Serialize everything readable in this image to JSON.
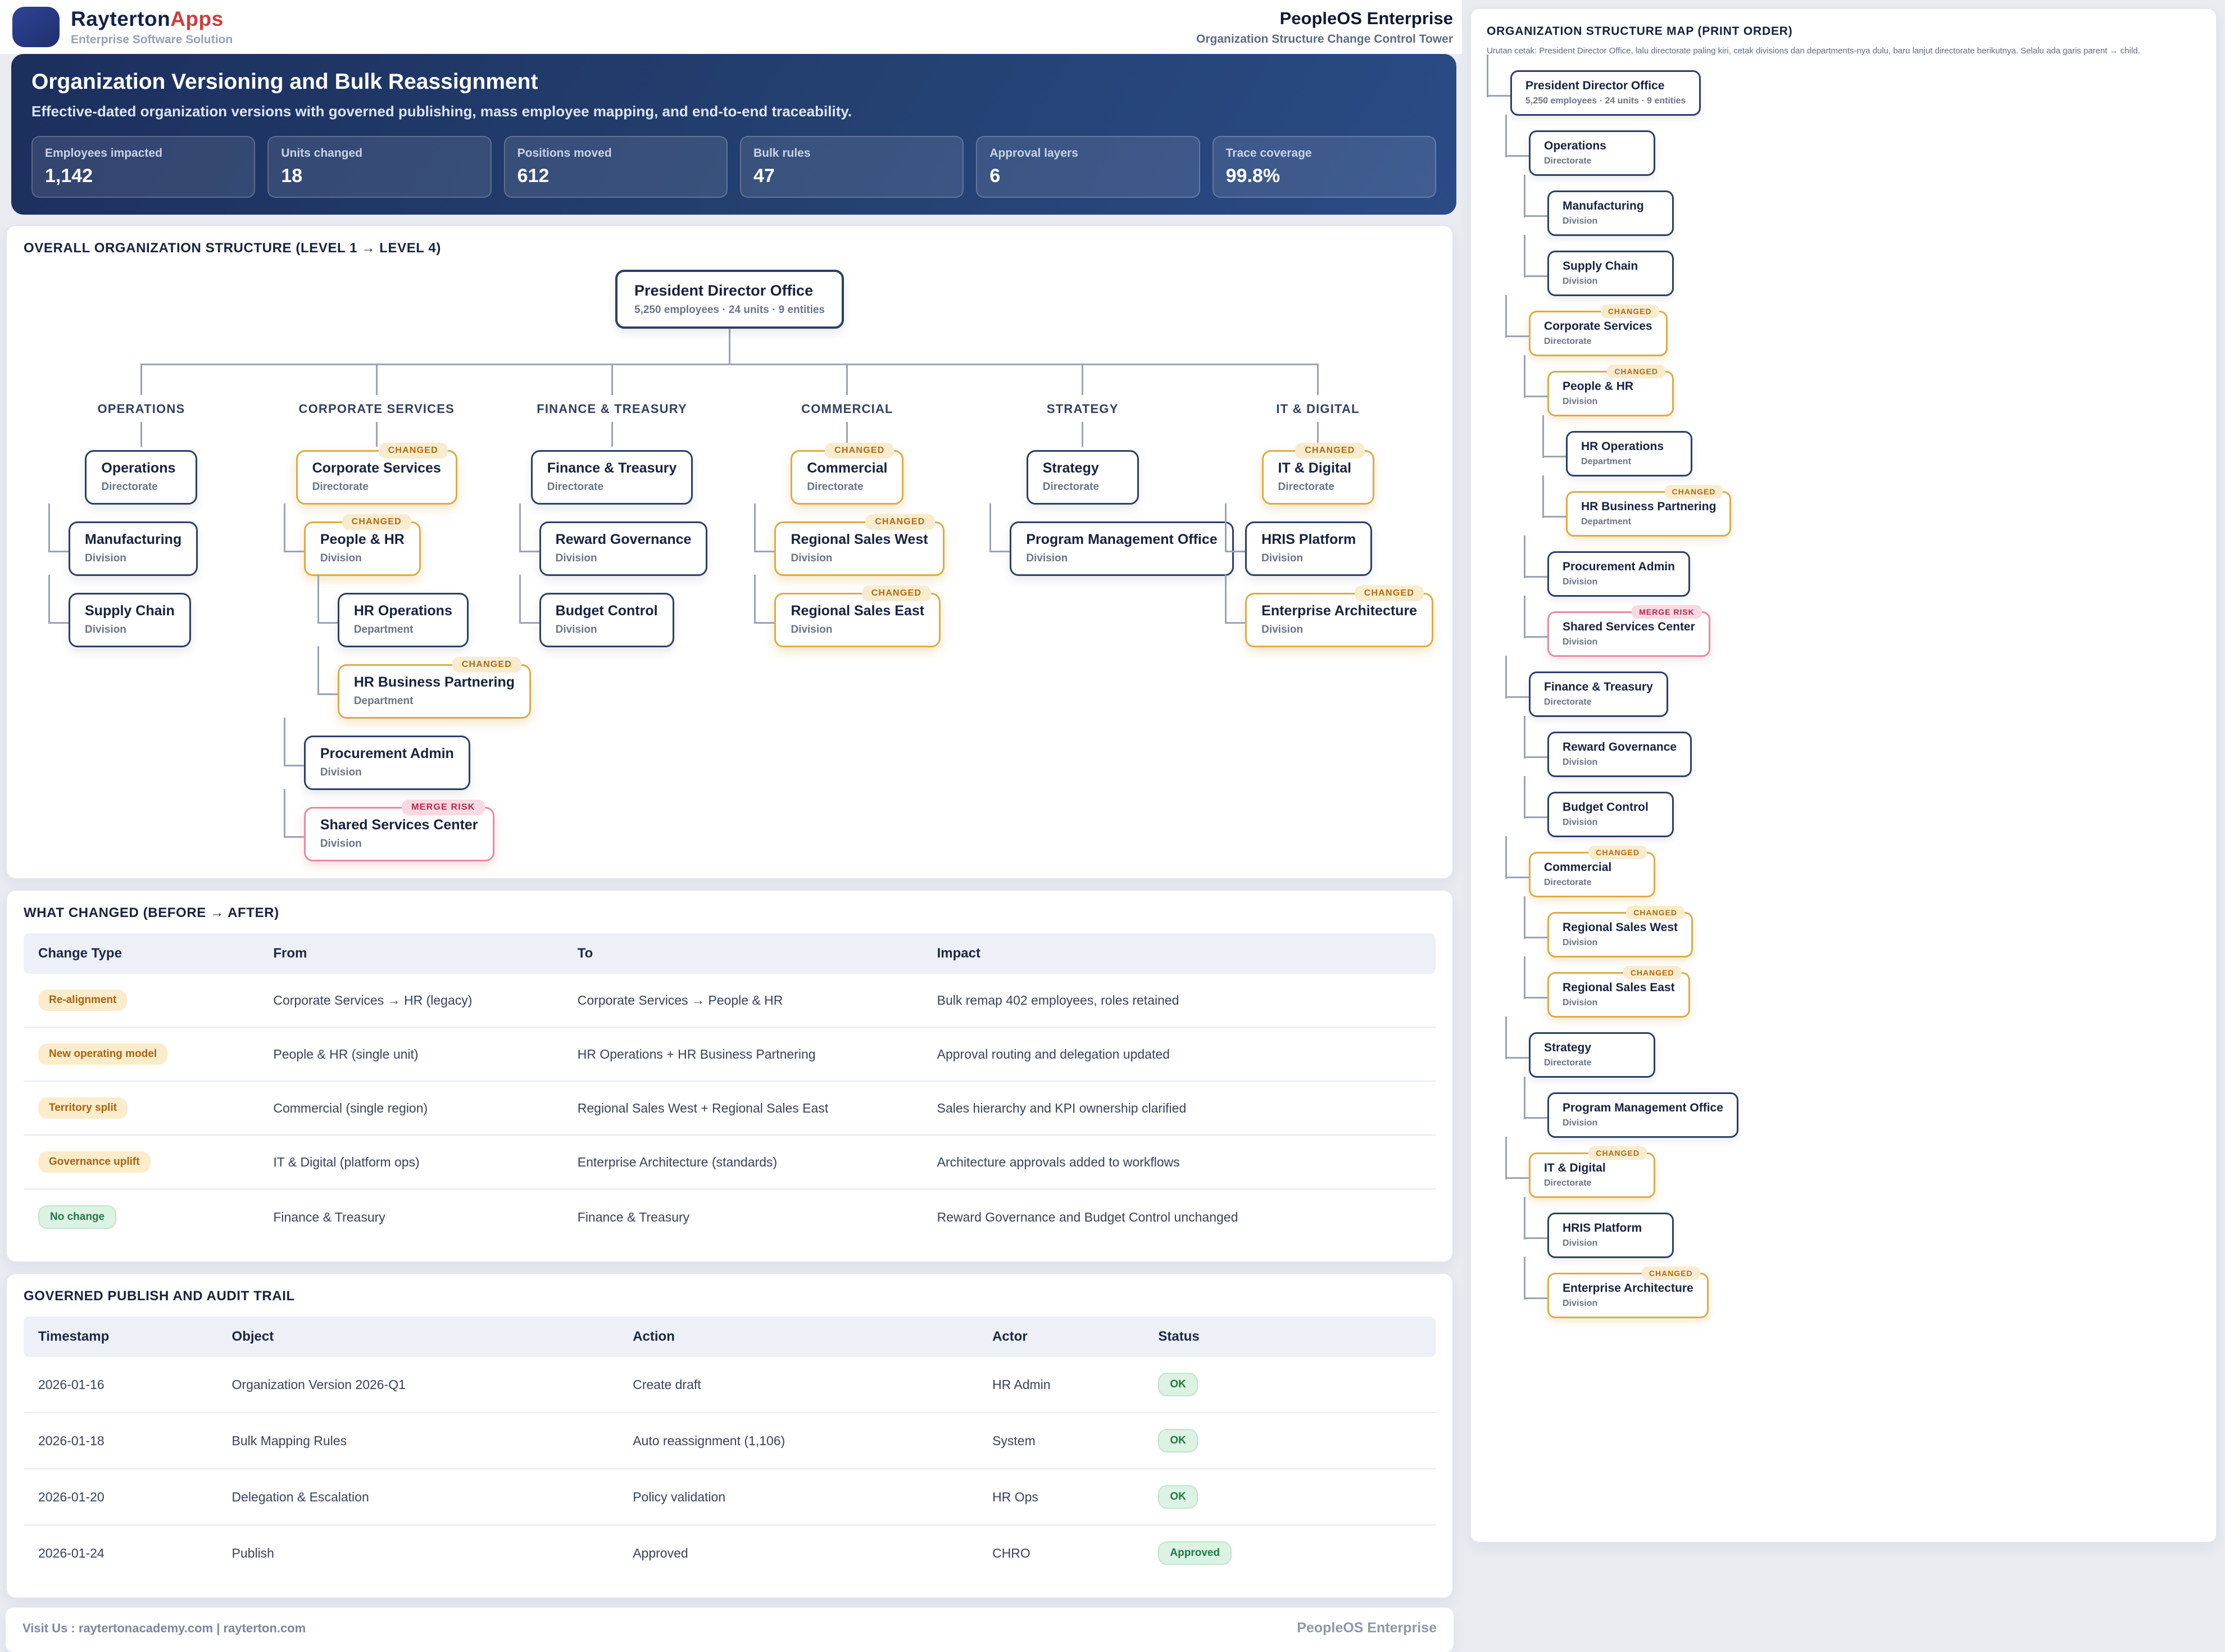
{
  "brand": {
    "name_primary": "Rayterton",
    "name_secondary": "Apps",
    "tagline": "Enterprise Software Solution"
  },
  "product": {
    "name": "PeopleOS Enterprise",
    "subtitle": "Organization Structure Change Control Tower"
  },
  "hero": {
    "title": "Organization Versioning and Bulk Reassignment",
    "subtitle": "Effective-dated organization versions with governed publishing, mass employee mapping, and end-to-end traceability.",
    "stats": [
      {
        "label": "Employees impacted",
        "value": "1,142"
      },
      {
        "label": "Units changed",
        "value": "18"
      },
      {
        "label": "Positions moved",
        "value": "612"
      },
      {
        "label": "Bulk rules",
        "value": "47"
      },
      {
        "label": "Approval layers",
        "value": "6"
      },
      {
        "label": "Trace coverage",
        "value": "99.8%"
      }
    ]
  },
  "org_chart": {
    "section_title": "OVERALL ORGANIZATION STRUCTURE (LEVEL 1 → LEVEL 4)",
    "root": {
      "name": "President Director Office",
      "meta": "5,250 employees · 24 units · 9 entities"
    },
    "columns": [
      {
        "header": "OPERATIONS",
        "top": {
          "name": "Operations",
          "type": "Directorate"
        },
        "children": [
          {
            "name": "Manufacturing",
            "type": "Division"
          },
          {
            "name": "Supply Chain",
            "type": "Division"
          }
        ]
      },
      {
        "header": "CORPORATE SERVICES",
        "top": {
          "name": "Corporate Services",
          "type": "Directorate",
          "badge": "CHANGED"
        },
        "children": [
          {
            "name": "People & HR",
            "type": "Division",
            "badge": "CHANGED"
          },
          {
            "name": "HR Operations",
            "type": "Department",
            "indent": 1
          },
          {
            "name": "HR Business Partnering",
            "type": "Department",
            "badge": "CHANGED",
            "indent": 1
          },
          {
            "name": "Procurement Admin",
            "type": "Division"
          },
          {
            "name": "Shared Services Center",
            "type": "Division",
            "badge": "MERGE RISK"
          }
        ]
      },
      {
        "header": "FINANCE & TREASURY",
        "top": {
          "name": "Finance & Treasury",
          "type": "Directorate"
        },
        "children": [
          {
            "name": "Reward Governance",
            "type": "Division"
          },
          {
            "name": "Budget Control",
            "type": "Division"
          }
        ]
      },
      {
        "header": "COMMERCIAL",
        "top": {
          "name": "Commercial",
          "type": "Directorate",
          "badge": "CHANGED"
        },
        "children": [
          {
            "name": "Regional Sales West",
            "type": "Division",
            "badge": "CHANGED"
          },
          {
            "name": "Regional Sales East",
            "type": "Division",
            "badge": "CHANGED"
          }
        ]
      },
      {
        "header": "STRATEGY",
        "top": {
          "name": "Strategy",
          "type": "Directorate"
        },
        "children": [
          {
            "name": "Program Management Office",
            "type": "Division"
          }
        ]
      },
      {
        "header": "IT & DIGITAL",
        "top": {
          "name": "IT & Digital",
          "type": "Directorate",
          "badge": "CHANGED"
        },
        "children": [
          {
            "name": "HRIS Platform",
            "type": "Division"
          },
          {
            "name": "Enterprise Architecture",
            "type": "Division",
            "badge": "CHANGED"
          }
        ]
      }
    ]
  },
  "what_changed": {
    "section_title": "WHAT CHANGED (BEFORE → AFTER)",
    "columns": [
      "Change Type",
      "From",
      "To",
      "Impact"
    ],
    "rows": [
      {
        "type": "Re-alignment",
        "variant": "amber",
        "from": "Corporate Services → HR (legacy)",
        "to": "Corporate Services → People & HR",
        "impact": "Bulk remap 402 employees, roles retained"
      },
      {
        "type": "New operating model",
        "variant": "amber",
        "from": "People & HR (single unit)",
        "to": "HR Operations + HR Business Partnering",
        "impact": "Approval routing and delegation updated"
      },
      {
        "type": "Territory split",
        "variant": "amber",
        "from": "Commercial (single region)",
        "to": "Regional Sales West + Regional Sales East",
        "impact": "Sales hierarchy and KPI ownership clarified"
      },
      {
        "type": "Governance uplift",
        "variant": "amber",
        "from": "IT & Digital (platform ops)",
        "to": "Enterprise Architecture (standards)",
        "impact": "Architecture approvals added to workflows"
      },
      {
        "type": "No change",
        "variant": "green",
        "from": "Finance & Treasury",
        "to": "Finance & Treasury",
        "impact": "Reward Governance and Budget Control unchanged"
      }
    ]
  },
  "audit_trail": {
    "section_title": "GOVERNED PUBLISH AND AUDIT TRAIL",
    "columns": [
      "Timestamp",
      "Object",
      "Action",
      "Actor",
      "Status"
    ],
    "rows": [
      {
        "timestamp": "2026-01-16",
        "object": "Organization Version 2026-Q1",
        "action": "Create draft",
        "actor": "HR Admin",
        "status": "OK"
      },
      {
        "timestamp": "2026-01-18",
        "object": "Bulk Mapping Rules",
        "action": "Auto reassignment (1,106)",
        "actor": "System",
        "status": "OK"
      },
      {
        "timestamp": "2026-01-20",
        "object": "Delegation & Escalation",
        "action": "Policy validation",
        "actor": "HR Ops",
        "status": "OK"
      },
      {
        "timestamp": "2026-01-24",
        "object": "Publish",
        "action": "Approved",
        "actor": "CHRO",
        "status": "Approved"
      }
    ]
  },
  "footer": {
    "left": "Visit Us : raytertonacademy.com | rayterton.com",
    "right": "PeopleOS Enterprise"
  },
  "sidebar": {
    "title": "ORGANIZATION STRUCTURE MAP (PRINT ORDER)",
    "subtitle": "Urutan cetak: President Director Office, lalu directorate paling kiri, cetak divisions dan departments-nya dulu, baru lanjut directorate berikutnya. Selalu ada garis parent → child.",
    "nodes": [
      {
        "name": "President Director Office",
        "meta": "5,250 employees · 24 units · 9 entities",
        "depth": 0
      },
      {
        "name": "Operations",
        "type": "Directorate",
        "depth": 1
      },
      {
        "name": "Manufacturing",
        "type": "Division",
        "depth": 2
      },
      {
        "name": "Supply Chain",
        "type": "Division",
        "depth": 2
      },
      {
        "name": "Corporate Services",
        "type": "Directorate",
        "depth": 1,
        "badge": "CHANGED"
      },
      {
        "name": "People & HR",
        "type": "Division",
        "depth": 2,
        "badge": "CHANGED"
      },
      {
        "name": "HR Operations",
        "type": "Department",
        "depth": 3
      },
      {
        "name": "HR Business Partnering",
        "type": "Department",
        "depth": 3,
        "badge": "CHANGED"
      },
      {
        "name": "Procurement Admin",
        "type": "Division",
        "depth": 2
      },
      {
        "name": "Shared Services Center",
        "type": "Division",
        "depth": 2,
        "badge": "MERGE RISK"
      },
      {
        "name": "Finance & Treasury",
        "type": "Directorate",
        "depth": 1
      },
      {
        "name": "Reward Governance",
        "type": "Division",
        "depth": 2
      },
      {
        "name": "Budget Control",
        "type": "Division",
        "depth": 2
      },
      {
        "name": "Commercial",
        "type": "Directorate",
        "depth": 1,
        "badge": "CHANGED"
      },
      {
        "name": "Regional Sales West",
        "type": "Division",
        "depth": 2,
        "badge": "CHANGED"
      },
      {
        "name": "Regional Sales East",
        "type": "Division",
        "depth": 2,
        "badge": "CHANGED"
      },
      {
        "name": "Strategy",
        "type": "Directorate",
        "depth": 1
      },
      {
        "name": "Program Management Office",
        "type": "Division",
        "depth": 2
      },
      {
        "name": "IT & Digital",
        "type": "Directorate",
        "depth": 1,
        "badge": "CHANGED"
      },
      {
        "name": "HRIS Platform",
        "type": "Division",
        "depth": 2
      },
      {
        "name": "Enterprise Architecture",
        "type": "Division",
        "depth": 2,
        "badge": "CHANGED"
      }
    ]
  },
  "colors": {
    "navy_border": "#2d3f66",
    "amber": "#ddab45",
    "risk_pink": "#e48c9e",
    "green": "#1e7a44",
    "banner_from": "#1c2f5d",
    "banner_to": "#2b4b86",
    "brand_red": "#d23b3b"
  }
}
